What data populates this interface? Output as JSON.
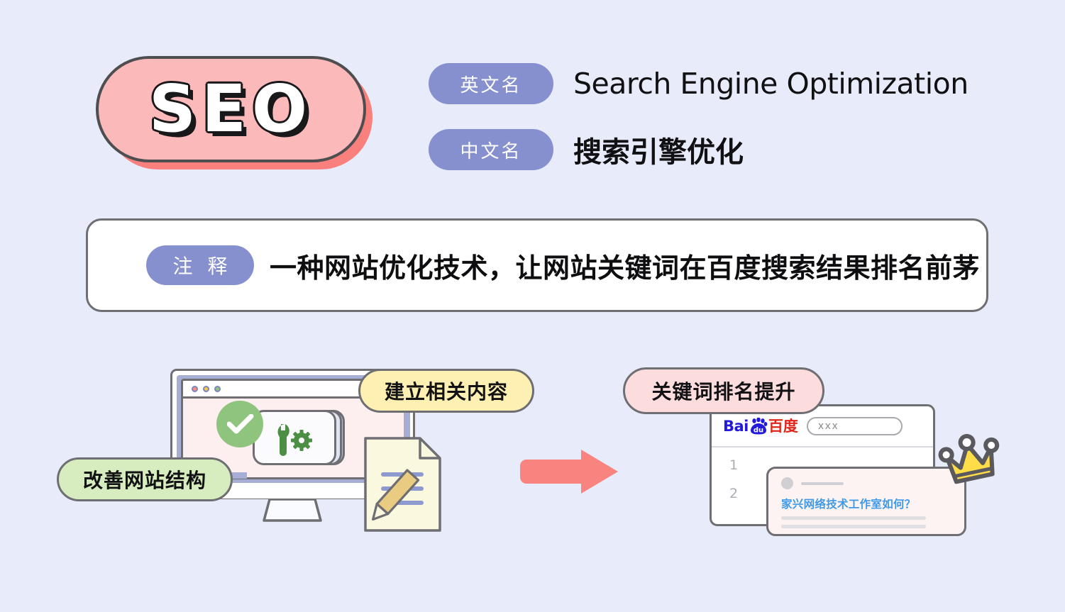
{
  "theme": {
    "background": "#e8ecfa",
    "accent_purple": "#8790ce",
    "accent_pink": "#fbb9b9",
    "accent_coral": "#f9807d",
    "accent_green": "#d7ecbf",
    "accent_yellow": "#fdf0b2",
    "outline": "#6e6e73"
  },
  "hero": {
    "acronym": "SEO"
  },
  "names": [
    {
      "tag": "英文名",
      "value": "Search Engine Optimization"
    },
    {
      "tag": "中文名",
      "value": "搜索引擎优化"
    }
  ],
  "note": {
    "tag": "注 释",
    "text": "一种网站优化技术，让网站关键词在百度搜索结果排名前茅"
  },
  "diagram": {
    "badges": {
      "structure": "改善网站结构",
      "content": "建立相关内容",
      "ranking": "关键词排名提升"
    },
    "arrow_icon": "right-arrow-icon",
    "monitor": {
      "window_dots": [
        "red-dot",
        "yellow-dot",
        "green-dot"
      ],
      "status_icon": "check-circle-icon",
      "tool_icon": "wrench-gear-icon"
    },
    "document": {
      "icon": "document-pencil-icon"
    },
    "baidu": {
      "logo_latin": "Bai",
      "logo_paw_text": "du",
      "logo_cn": "百度",
      "search_placeholder": "xxx",
      "ranks": [
        "1",
        "2"
      ],
      "result": {
        "title": "家兴网络技术工作室如何？"
      },
      "crown_icon": "crown-icon"
    }
  }
}
